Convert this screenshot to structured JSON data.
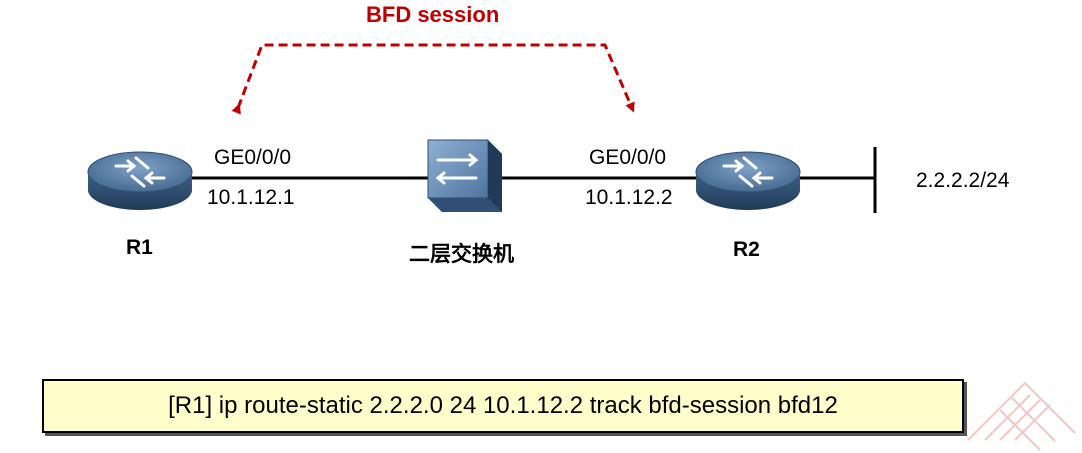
{
  "diagram": {
    "session_label": "BFD session",
    "routers": [
      {
        "name": "R1",
        "interface": "GE0/0/0",
        "ip": "10.1.12.1"
      },
      {
        "name": "R2",
        "interface": "GE0/0/0",
        "ip": "10.1.12.2"
      }
    ],
    "switch_label": "二层交换机",
    "network_label": "2.2.2.2/24",
    "command": "[R1] ip route-static 2.2.2.0 24 10.1.12.2 track bfd-session bfd12",
    "colors": {
      "bfd_line": "#c00000",
      "router_body": "#4a6f9a",
      "command_bg": "#ffffcc"
    }
  }
}
